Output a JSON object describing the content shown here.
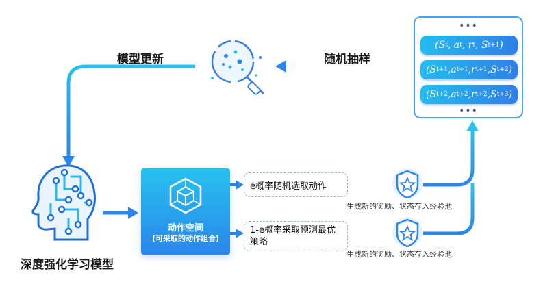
{
  "labels": {
    "model_update": "模型更新",
    "random_sample": "随机抽样",
    "deep_rl_model": "深度强化学习模型",
    "action_space_title": "动作空间",
    "action_space_sub": "(可采取的动作组合)",
    "random_action": "e概率随机选取动作",
    "predict_action": "1-e概率采取预测最优策略",
    "store_caption_1": "生成新的奖励、状态存入经验池",
    "store_caption_2": "生成新的奖励、状态存入经验池",
    "ellipsis_top": "•••",
    "ellipsis_bottom": "•••"
  },
  "experience_pool": [
    {
      "s": "S",
      "s_sub": "t",
      "a": "a",
      "a_sub": "t",
      "r": "r",
      "r_sub": "t",
      "s2": "S",
      "s2_sub": "t+1"
    },
    {
      "s": "S",
      "s_sub": "t+1",
      "a": "a",
      "a_sub": "t+1",
      "r": "r",
      "r_sub": "t+1",
      "s2": "S",
      "s2_sub": "t+2"
    },
    {
      "s": "S",
      "s_sub": "t+2",
      "a": "a",
      "a_sub": "t+2",
      "r": "r",
      "r_sub": "t+2",
      "s2": "S",
      "s2_sub": "t+3"
    }
  ],
  "colors": {
    "accent": "#2a86ea",
    "accent_light": "#27c1ef",
    "dash": "#8cb3e6"
  },
  "icons": [
    "head-circuit-icon",
    "magnifier-icon",
    "cube-icon",
    "star-shield-icon"
  ]
}
